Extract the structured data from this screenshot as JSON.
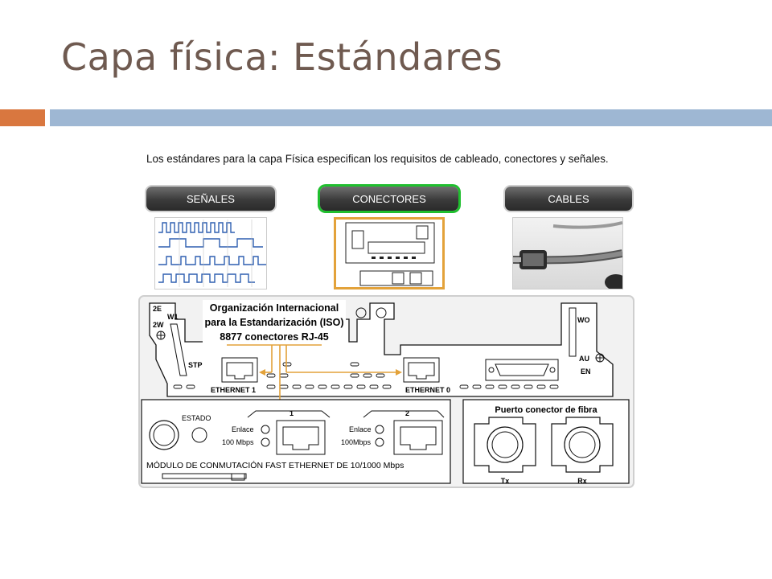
{
  "slide": {
    "title": "Capa física: Estándares",
    "intro": "Los estándares para la capa Física especifican los requisitos de cableado, conectores y señales."
  },
  "tabs": [
    {
      "label": "SEÑALES",
      "active": false
    },
    {
      "label": "CONECTORES",
      "active": true
    },
    {
      "label": "CABLES",
      "active": false
    }
  ],
  "diagram": {
    "org_line1": "Organización Internacional",
    "org_line2": "para la Estandarización (ISO)",
    "org_line3": "8877 conectores RJ-45",
    "label_2e": "2E",
    "label_2w": "2W",
    "label_w1": "W1",
    "label_wo": "WO",
    "label_au": "AU",
    "label_en": "EN",
    "label_stp": "STP",
    "eth1": "ETHERNET 1",
    "eth0": "ETHERNET 0",
    "estado": "ESTADO",
    "port1_num": "1",
    "port2_num": "2",
    "enlace1": "Enlace",
    "speed1": "100 Mbps",
    "enlace2": "Enlace",
    "speed2": "100Mbps",
    "module": "MÓDULO DE CONMUTACIÓN FAST ETHERNET DE 10/1000 Mbps",
    "fiber_title": "Puerto conector de fibra",
    "tx": "Tx",
    "rx": "Rx"
  },
  "colors": {
    "title": "#6f5a50",
    "accent_orange": "#d9773f",
    "accent_blue": "#9eb7d3",
    "active_tab_border": "#1fbf2e",
    "annotation_orange": "#e3a23a",
    "wave_blue": "#2e5fb0"
  }
}
